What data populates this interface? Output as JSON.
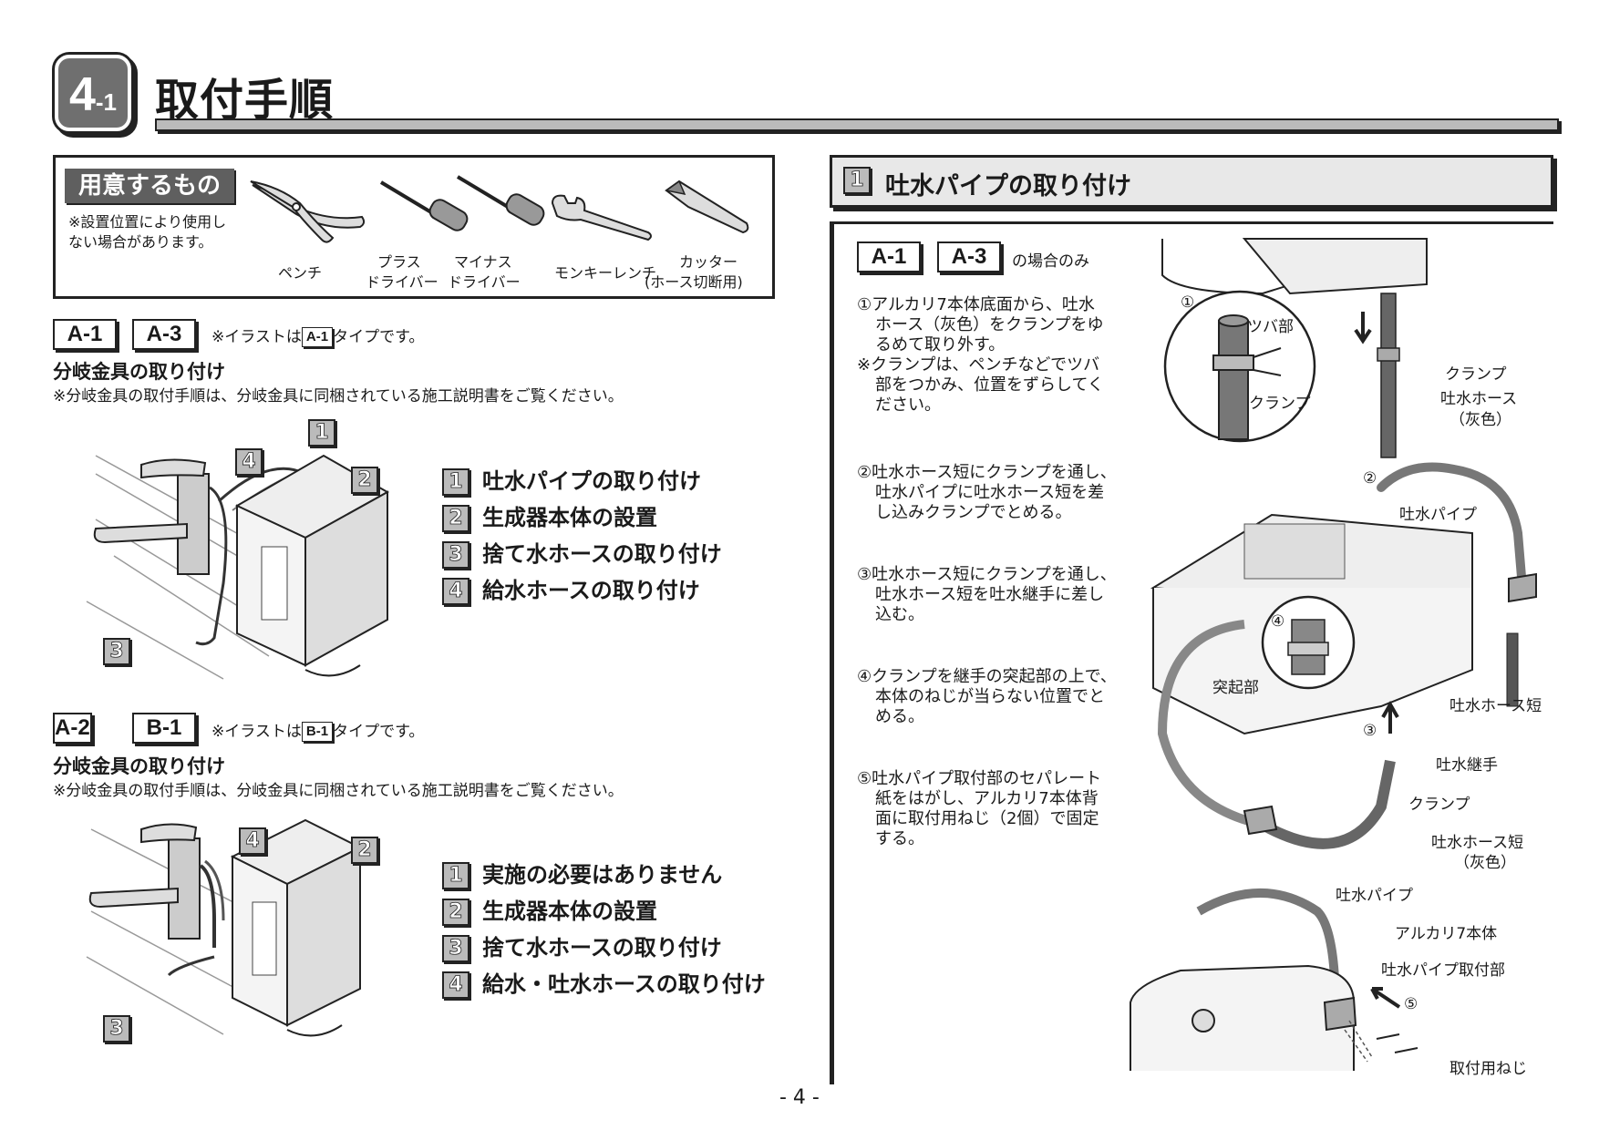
{
  "header": {
    "section_main": "4",
    "section_sub": "-1",
    "title": "取付手順"
  },
  "prep": {
    "title": "用意するもの",
    "note": "※設置位置により使用しない場合があります。",
    "tools": [
      {
        "line1": "ペンチ",
        "line2": ""
      },
      {
        "line1": "プラス",
        "line2": "ドライバー"
      },
      {
        "line1": "マイナス",
        "line2": "ドライバー"
      },
      {
        "line1": "モンキーレンチ",
        "line2": ""
      },
      {
        "line1": "カッター",
        "line2": "(ホース切断用)"
      }
    ]
  },
  "left_a": {
    "tag1": "A-1",
    "tag2": "A-3",
    "note_pre": "※イラストは",
    "note_tag": "A-1",
    "note_post": "タイプです。",
    "subhead": "分岐金具の取り付け",
    "subnote": "※分岐金具の取付手順は、分岐金具に同梱されている施工説明書をご覧ください。",
    "labels": [
      "1",
      "2",
      "3",
      "4"
    ],
    "steps": [
      {
        "num": "1",
        "text": "吐水パイプの取り付け"
      },
      {
        "num": "2",
        "text": "生成器本体の設置"
      },
      {
        "num": "3",
        "text": "捨て水ホースの取り付け"
      },
      {
        "num": "4",
        "text": "給水ホースの取り付け"
      }
    ]
  },
  "left_b": {
    "tag1": "A-2",
    "tag2": "B-1",
    "note_pre": "※イラストは",
    "note_tag": "B-1",
    "note_post": "タイプです。",
    "subhead": "分岐金具の取り付け",
    "subnote": "※分岐金具の取付手順は、分岐金具に同梱されている施工説明書をご覧ください。",
    "labels": [
      "2",
      "3",
      "4"
    ],
    "steps": [
      {
        "num": "1",
        "text": "実施の必要はありません"
      },
      {
        "num": "2",
        "text": "生成器本体の設置"
      },
      {
        "num": "3",
        "text": "捨て水ホースの取り付け"
      },
      {
        "num": "4",
        "text": "給水・吐水ホースの取り付け"
      }
    ]
  },
  "right": {
    "num": "1",
    "title": "吐水パイプの取り付け",
    "tag1": "A-1",
    "tag2": "A-3",
    "tag_note": "の場合のみ",
    "steps": [
      [
        "①アルカリ7本体底面から、吐水",
        "ホース（灰色）をクランプをゆ",
        "るめて取り外す。",
        "※クランプは、ペンチなどでツバ",
        "部をつかみ、位置をずらしてく",
        "ださい。"
      ],
      [
        "②吐水ホース短にクランプを通し、",
        "吐水パイプに吐水ホース短を差",
        "し込みクランプでとめる。"
      ],
      [
        "③吐水ホース短にクランプを通し、",
        "吐水ホース短を吐水継手に差し",
        "込む。"
      ],
      [
        "④クランプを継手の突起部の上で、",
        "本体のねじが当らない位置でと",
        "める。"
      ],
      [
        "⑤吐水パイプ取付部のセパレート",
        "紙をはがし、アルカリ7本体背",
        "面に取付用ねじ（2個）で固定",
        "する。"
      ]
    ],
    "callouts": {
      "c1": "①",
      "tsuba": "ツバ部",
      "clamp1": "クランプ",
      "clamp2": "クランプ",
      "hose_gray_1": "吐水ホース",
      "hose_gray_2": "（灰色）",
      "c2": "②",
      "pipe1": "吐水パイプ",
      "c4": "④",
      "protrusion": "突起部",
      "hose_short": "吐水ホース短",
      "c3": "③",
      "joint": "吐水継手",
      "clamp3": "クランプ",
      "hose_short_gray_1": "吐水ホース短",
      "hose_short_gray_2": "（灰色）",
      "pipe2": "吐水パイプ",
      "body": "アルカリ7本体",
      "mount": "吐水パイプ取付部",
      "c5": "⑤",
      "screws": "取付用ねじ"
    }
  },
  "footer": {
    "page": "- 4 -"
  }
}
